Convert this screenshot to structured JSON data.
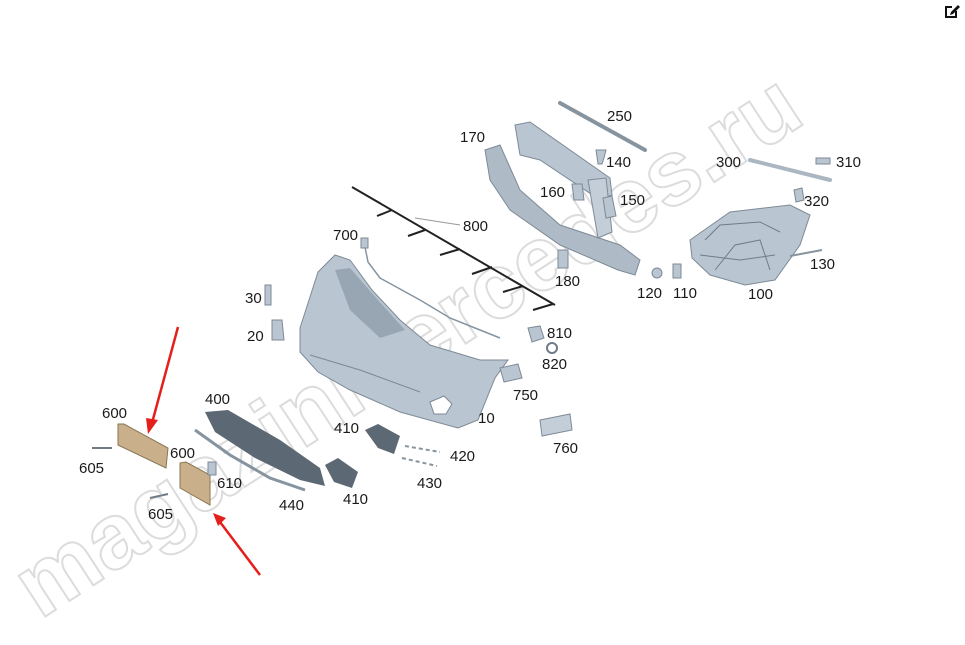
{
  "watermark": "magazinmercedes.ru",
  "toolbar": {
    "edit_icon": "edit-icon"
  },
  "colors": {
    "part": "#b9c6d1",
    "part_dark": "#6f7c88",
    "plate": "#c9b08a",
    "arrow": "#e3201b"
  },
  "labels": {
    "l250": "250",
    "l170": "170",
    "l140": "140",
    "l300": "300",
    "l310": "310",
    "l160": "160",
    "l150": "150",
    "l320": "320",
    "l800": "800",
    "l700": "700",
    "l180": "180",
    "l130": "130",
    "l120": "120",
    "l110": "110",
    "l100": "100",
    "l30": "30",
    "l810": "810",
    "l20": "20",
    "l820": "820",
    "l750": "750",
    "l600a": "600",
    "l400": "400",
    "l10": "10",
    "l410a": "410",
    "l760": "760",
    "l600b": "600",
    "l420": "420",
    "l605a": "605",
    "l610": "610",
    "l430": "430",
    "l440": "440",
    "l410b": "410",
    "l605b": "605"
  }
}
